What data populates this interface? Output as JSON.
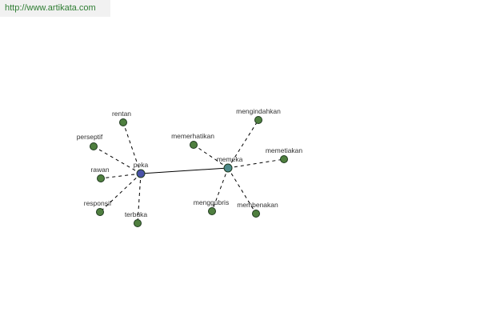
{
  "source_url": "http://www.artikata.com",
  "colors": {
    "hub_peka": "#4a52a8",
    "hub_memeka": "#4e8a8a",
    "leaf": "#4f7f3f",
    "edge": "#000000",
    "label": "#333333",
    "banner_text": "#2e7d32",
    "banner_bg": "#f1f1f1"
  },
  "graph": {
    "nodes": [
      {
        "id": "peka",
        "label": "peka",
        "kind": "hub_peka"
      },
      {
        "id": "memeka",
        "label": "memeka",
        "kind": "hub_memeka"
      },
      {
        "id": "rentan",
        "label": "rentan",
        "kind": "leaf"
      },
      {
        "id": "perseptif",
        "label": "perseptif",
        "kind": "leaf"
      },
      {
        "id": "rawan",
        "label": "rawan",
        "kind": "leaf"
      },
      {
        "id": "responsif",
        "label": "responsif",
        "kind": "leaf"
      },
      {
        "id": "terbuka",
        "label": "terbuka",
        "kind": "leaf"
      },
      {
        "id": "mengindahkan",
        "label": "mengindahkan",
        "kind": "leaf"
      },
      {
        "id": "memerhatikan",
        "label": "memerhatikan",
        "kind": "leaf"
      },
      {
        "id": "memetiakan",
        "label": "memetiakan",
        "kind": "leaf"
      },
      {
        "id": "menggubris",
        "label": "menggubris",
        "kind": "leaf"
      },
      {
        "id": "membenakan",
        "label": "membenakan",
        "kind": "leaf"
      }
    ],
    "edges": [
      {
        "from": "peka",
        "to": "memeka",
        "style": "solid"
      },
      {
        "from": "peka",
        "to": "rentan",
        "style": "dashed"
      },
      {
        "from": "peka",
        "to": "perseptif",
        "style": "dashed"
      },
      {
        "from": "peka",
        "to": "rawan",
        "style": "dashed"
      },
      {
        "from": "peka",
        "to": "responsif",
        "style": "dashed"
      },
      {
        "from": "peka",
        "to": "terbuka",
        "style": "dashed"
      },
      {
        "from": "memeka",
        "to": "mengindahkan",
        "style": "dashed"
      },
      {
        "from": "memeka",
        "to": "memerhatikan",
        "style": "dashed"
      },
      {
        "from": "memeka",
        "to": "memetiakan",
        "style": "dashed"
      },
      {
        "from": "memeka",
        "to": "menggubris",
        "style": "dashed"
      },
      {
        "from": "memeka",
        "to": "membenakan",
        "style": "dashed"
      }
    ]
  }
}
